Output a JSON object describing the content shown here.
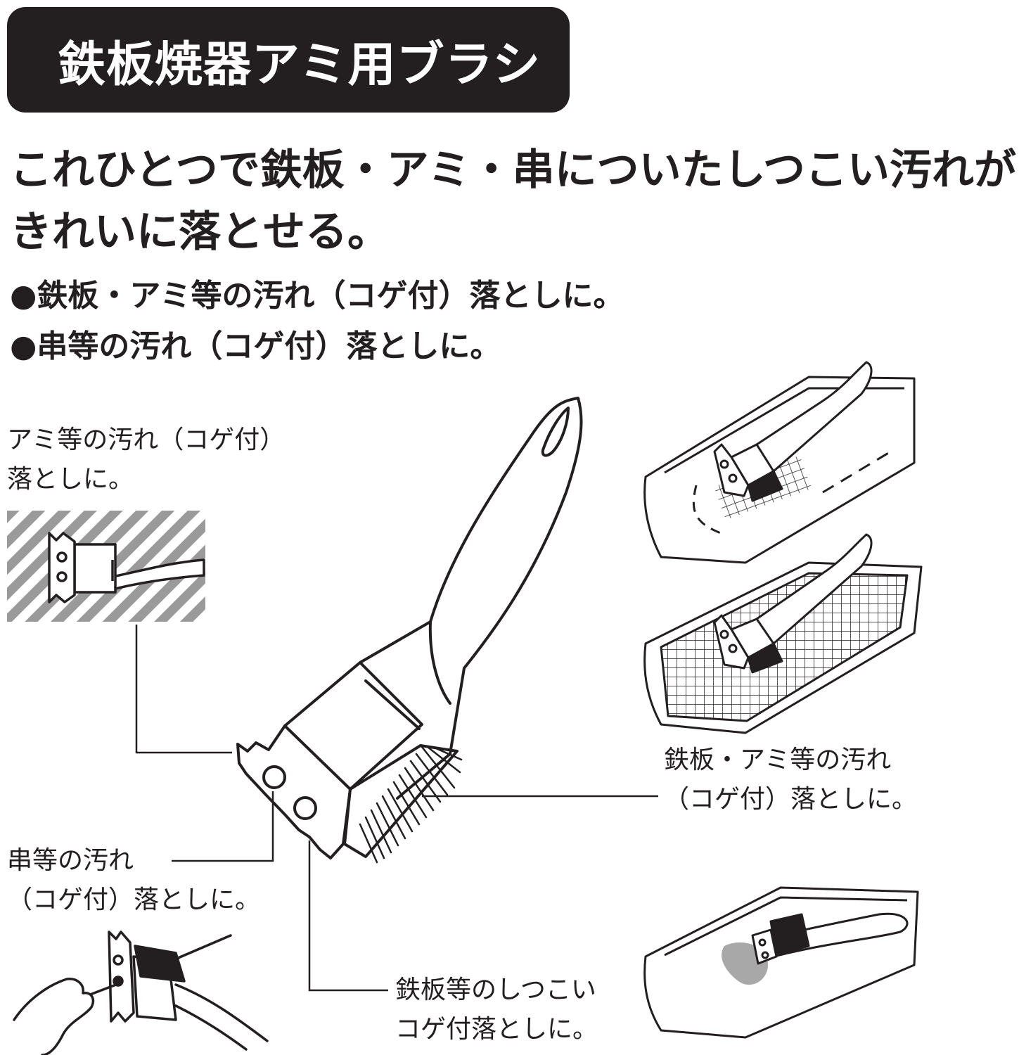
{
  "header": {
    "title": "鉄板焼器アミ用ブラシ"
  },
  "headline": {
    "line1": "これひとつで鉄板・アミ・串についたしつこい汚れが",
    "line2": "きれいに落とせる。"
  },
  "features": [
    "●鉄板・アミ等の汚れ（コゲ付）落としに。",
    "●串等の汚れ（コゲ付）落としに。"
  ],
  "callouts": {
    "scraper_top": {
      "line1": "アミ等の汚れ（コゲ付）",
      "line2": "落としに。"
    },
    "bristle": {
      "line1": "鉄板・アミ等の汚れ",
      "line2": "（コゲ付）落としに。"
    },
    "holes": {
      "line1": "串等の汚れ",
      "line2": "（コゲ付）落としに。"
    },
    "scraper_side": {
      "line1": "鉄板等のしつこい",
      "line2": "コゲ付落としに。"
    }
  },
  "colors": {
    "ink": "#231f20",
    "hatch": "#9a9a9a",
    "background": "#ffffff"
  }
}
